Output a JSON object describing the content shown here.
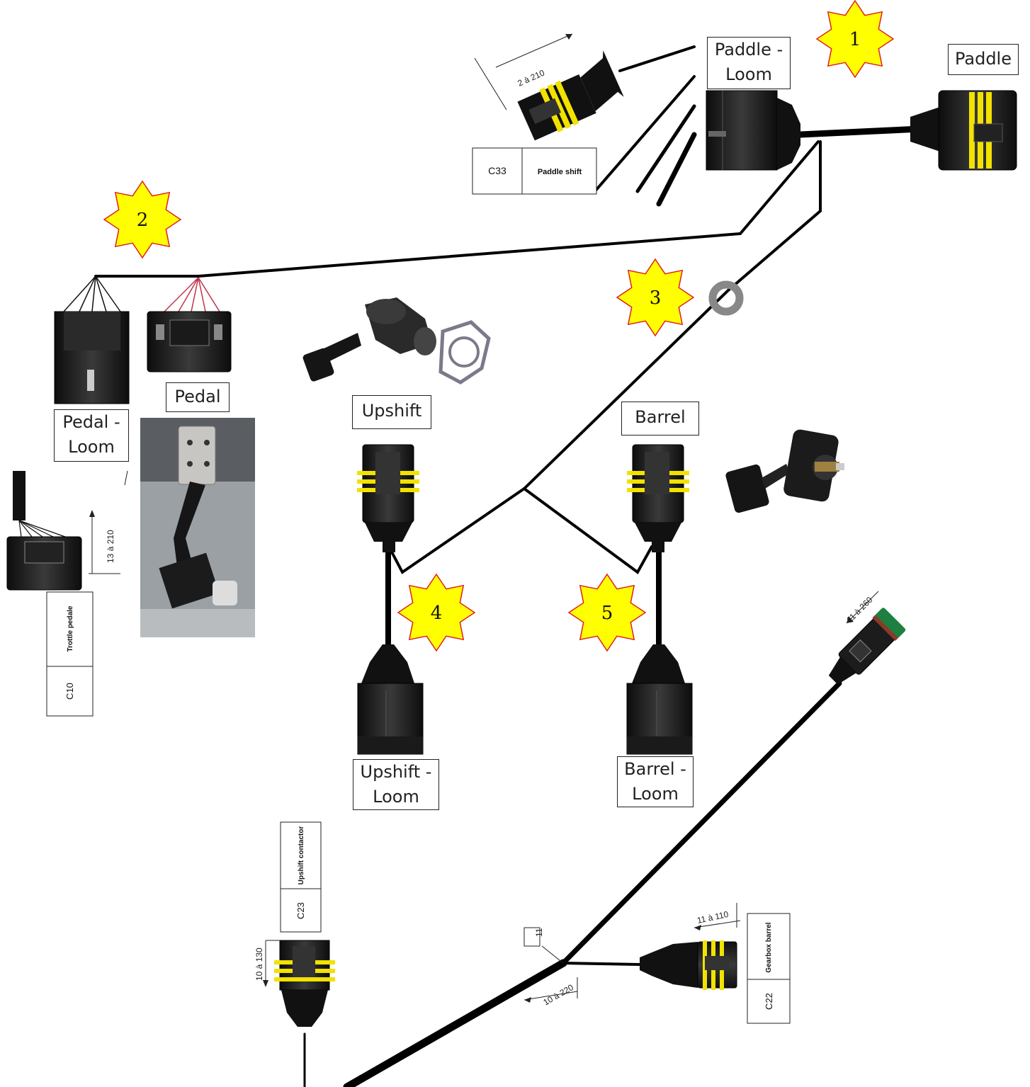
{
  "callouts": [
    "1",
    "2",
    "3",
    "4",
    "5"
  ],
  "labels": {
    "paddle_loom": "Paddle - Loom",
    "paddle": "Paddle",
    "pedal": "Pedal",
    "pedal_loom": "Pedal - Loom",
    "upshift": "Upshift",
    "upshift_loom": "Upshift - Loom",
    "barrel": "Barrel",
    "barrel_loom": "Barrel - Loom"
  },
  "tables": {
    "c33": {
      "code": "C33",
      "name": "Paddle shift"
    },
    "c10": {
      "code": "C10",
      "name": "Trottle pedale"
    },
    "c23": {
      "code": "C23",
      "name": "Upshift contactor"
    },
    "c22": {
      "code": "C22",
      "name": "Gearbox barrel"
    }
  },
  "dimensions": {
    "d1": "2 à 210",
    "d2": "13 à 210",
    "d3": "11 à 260",
    "d4": "11 à 110",
    "d5": "10 à 220",
    "d6": "10 à 130",
    "branch": "11"
  },
  "colors": {
    "star_fill": "#ffff00",
    "star_stroke": "#e02020",
    "connector_body": "#1a1a1a",
    "seal_yellow": "#f2e200",
    "cable": "#000000"
  }
}
